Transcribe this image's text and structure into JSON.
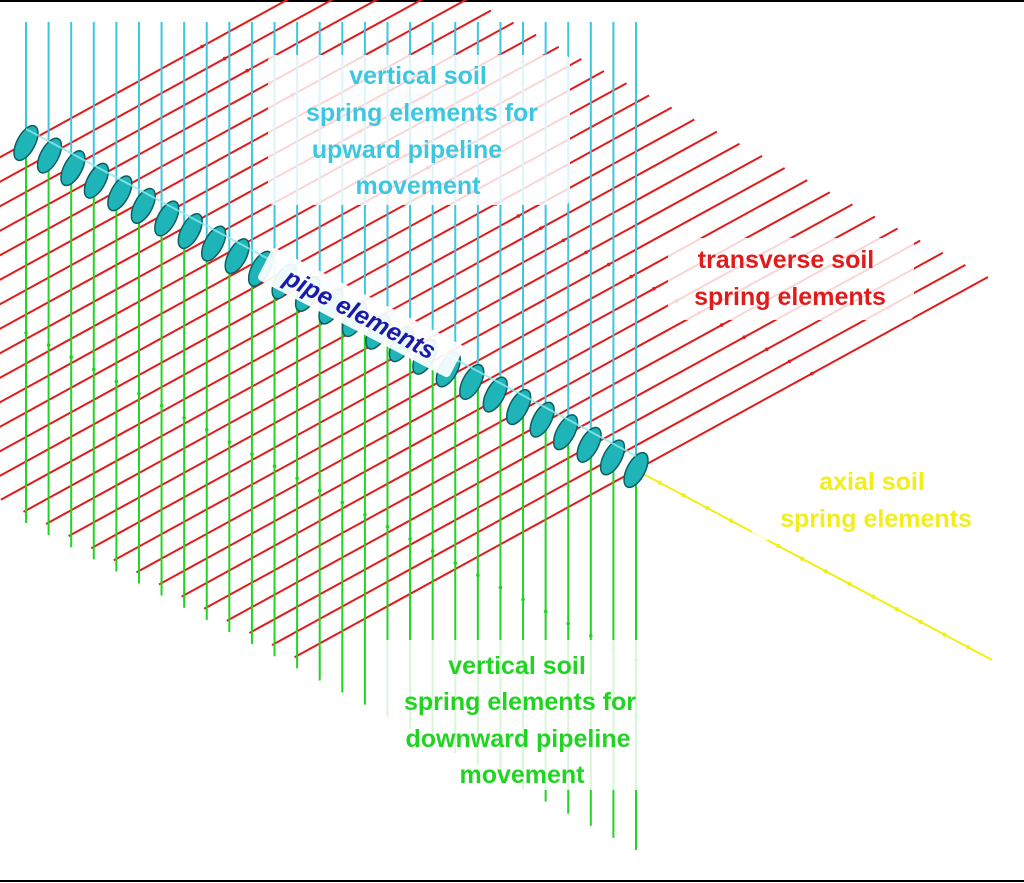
{
  "labels": {
    "upward_line1": "vertical soil",
    "upward_line2": "spring elements for",
    "upward_line3": "upward pipeline",
    "upward_line4": "movement",
    "pipe": "pipe elements",
    "transverse_line1": "transverse soil",
    "transverse_line2": "spring elements",
    "axial_line1": "axial soil",
    "axial_line2": "spring elements",
    "downward_line1": "vertical soil",
    "downward_line2": "spring elements for",
    "downward_line3": "downward pipeline",
    "downward_line4": "movement"
  },
  "colors": {
    "vertical_up": "#3cc7e0",
    "transverse": "#e01b1b",
    "vertical_down": "#22d422",
    "axial": "#f2ee19",
    "pipe": "#1fb5b8",
    "pipe_edge": "#0c5d60",
    "pipe_label": "#1a1aa8",
    "frame": "#000000"
  },
  "spring_count": 28
}
